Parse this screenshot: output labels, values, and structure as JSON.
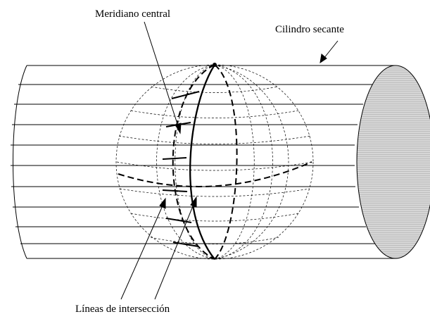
{
  "labels": {
    "meridiano_central": "Meridiano central",
    "cilindro_secante": "Cilindro secante",
    "lineas_interseccion": "Líneas de intersección"
  },
  "colors": {
    "line": "#000000",
    "cylinder_end_fill": "#c8c8c8",
    "background": "#ffffff"
  }
}
